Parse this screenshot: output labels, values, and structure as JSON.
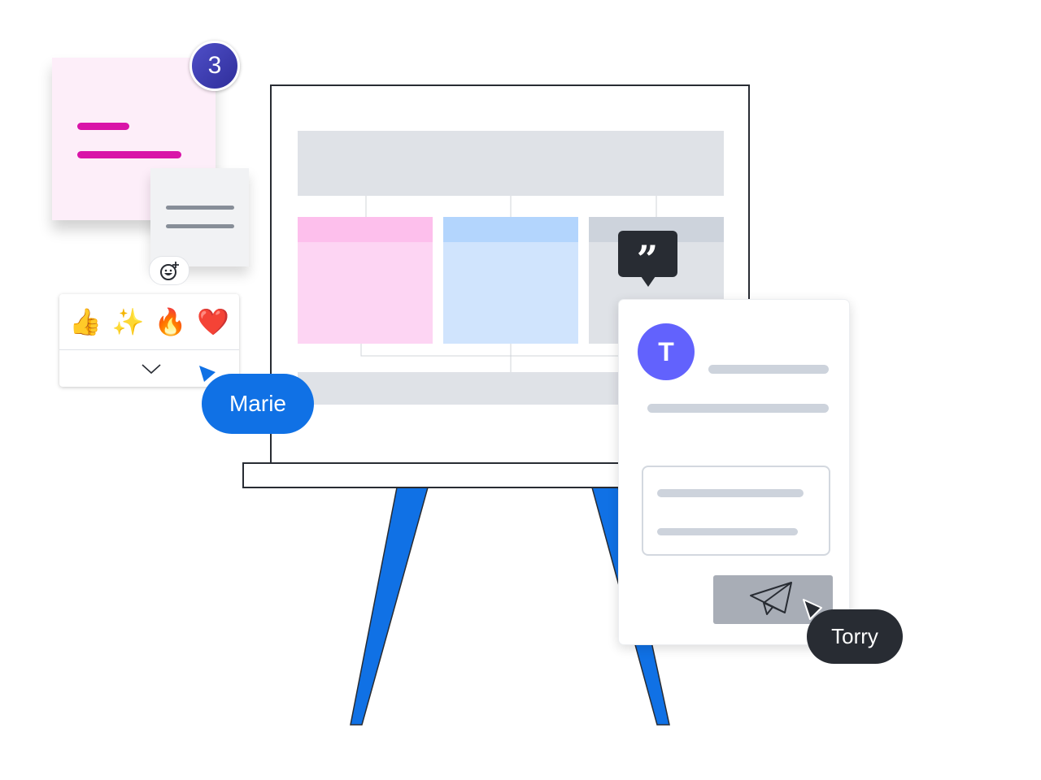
{
  "badge": {
    "count": "3"
  },
  "reactions": {
    "emojis": [
      "👍",
      "✨",
      "🔥",
      "❤️"
    ]
  },
  "cursors": {
    "marie": "Marie",
    "torry": "Torry"
  },
  "comment": {
    "avatar_initial": "T"
  },
  "colors": {
    "marie": "#1071e5",
    "torry": "#282c33",
    "avatar": "#6262fd",
    "badge": "#3d3bab",
    "leg": "#1071e5"
  }
}
